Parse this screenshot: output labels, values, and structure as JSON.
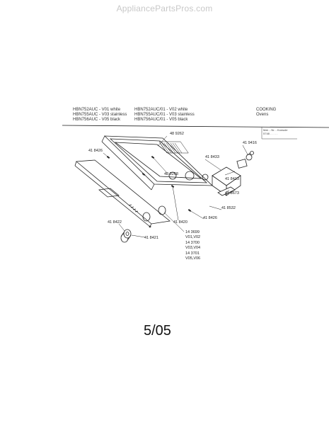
{
  "watermark": "AppliancePartsPros.com",
  "header": {
    "models_left": [
      "HBN752AUC - V01 white",
      "HBN755AUC - V03 stainless",
      "HBN756AUC - V05 black"
    ],
    "models_right": [
      "HBN752AUC/01 - V02 white",
      "HBN755AUC/01 - V03 stainless",
      "HBN756AUC/01 - V05 black"
    ],
    "category": [
      "COOKING",
      "Ovens"
    ]
  },
  "corner_note": [
    "Mat. - Nr. - Konsole",
    "5748 . . . . ."
  ],
  "parts": {
    "p489262": "48 9262",
    "p418426_left": "41 8426",
    "p418433": "41 8433",
    "p419416": "41 9416",
    "p489268": "48 9268",
    "p418413": "41 8413",
    "p418673": "41 8673",
    "p418532": "41 8532",
    "p418426_right": "41 8426",
    "p418420": "41 8420",
    "p418422": "41 8422",
    "p418421": "41 8421",
    "variants": [
      "14 3699",
      "V01,V02",
      "14 3700",
      "V03,V04",
      "14 3701",
      "V05,V06"
    ]
  },
  "date": "5/05"
}
